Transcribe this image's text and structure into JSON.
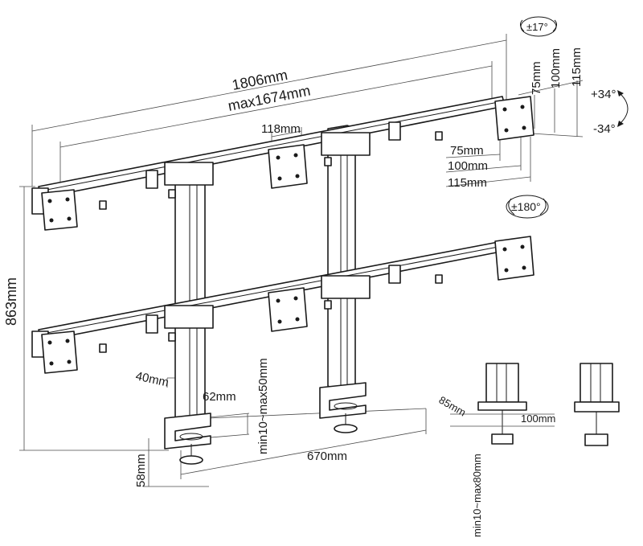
{
  "labels": {
    "total_width": "1806mm",
    "max_width": "max1674mm",
    "clamp_gap": "118mm",
    "tilt": "±17°",
    "vesa_75_v": "75mm",
    "vesa_100_v": "100mm",
    "vesa_115_v": "115mm",
    "swivel_pos": "+34°",
    "swivel_neg": "-34°",
    "vesa_75_h": "75mm",
    "vesa_100_h": "100mm",
    "vesa_115_h": "115mm",
    "rotation": "±180°",
    "height": "863mm",
    "pole_depth": "40mm",
    "pole_width": "62mm",
    "desk_thickness": "min10~max50mm",
    "pole_spacing": "670mm",
    "clamp_height": "58mm",
    "grommet_depth": "85mm",
    "grommet_width": "100mm",
    "grommet_thickness": "min10~max80mm"
  }
}
